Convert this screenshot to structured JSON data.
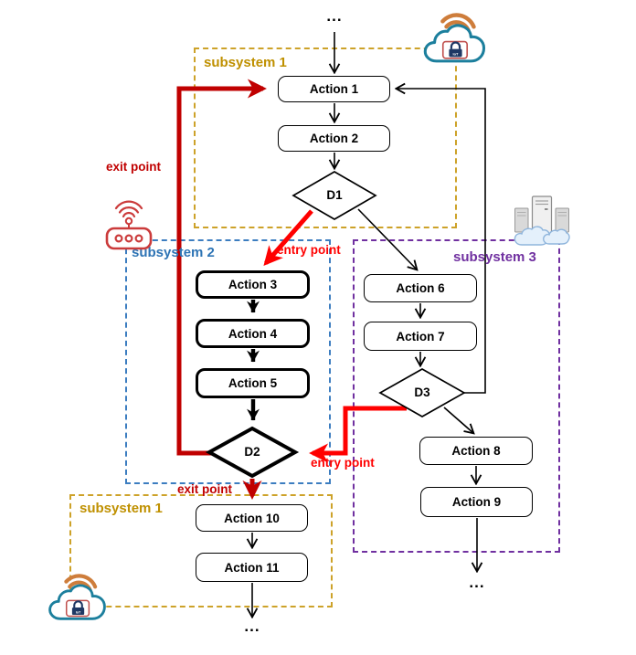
{
  "diagram": {
    "nodes": {
      "dots_top": "...",
      "action1": "Action 1",
      "action2": "Action 2",
      "d1": "D1",
      "action3": "Action 3",
      "action4": "Action 4",
      "action5": "Action 5",
      "d2": "D2",
      "action6": "Action 6",
      "action7": "Action 7",
      "d3": "D3",
      "action8": "Action 8",
      "action9": "Action 9",
      "action10": "Action 10",
      "action11": "Action 11",
      "dots_bottom_left": "...",
      "dots_bottom_right": "..."
    },
    "subsystems": [
      {
        "label": "subsystem 1",
        "color": "#BF9000"
      },
      {
        "label": "subsystem 2",
        "color": "#2E74B5"
      },
      {
        "label": "subsystem 3",
        "color": "#7030A0"
      },
      {
        "label": "subsystem 1",
        "color": "#BF9000"
      }
    ],
    "flow_labels": {
      "exit_point_left": "exit point",
      "entry_point_d1_to_action3": "entry point",
      "entry_point_d3_to_d2": "entry point",
      "exit_point_d2_to_action10": "exit point"
    },
    "edges": [
      {
        "from": "start-dots",
        "to": "Action 1",
        "style": "thin-black"
      },
      {
        "from": "Action 1",
        "to": "Action 2",
        "style": "thin-black"
      },
      {
        "from": "Action 2",
        "to": "D1",
        "style": "thin-black"
      },
      {
        "from": "D1",
        "to": "Action 6",
        "style": "thin-black"
      },
      {
        "from": "D1",
        "to": "Action 3",
        "style": "red-entry",
        "label": "entry point"
      },
      {
        "from": "Action 3",
        "to": "Action 4",
        "style": "thick-black"
      },
      {
        "from": "Action 4",
        "to": "Action 5",
        "style": "thick-black"
      },
      {
        "from": "Action 5",
        "to": "D2",
        "style": "thick-black"
      },
      {
        "from": "D2",
        "to": "Action 1",
        "style": "red-exit",
        "label": "exit point"
      },
      {
        "from": "D2",
        "to": "Action 10",
        "style": "red-exit",
        "label": "exit point"
      },
      {
        "from": "Action 6",
        "to": "Action 7",
        "style": "thin-black"
      },
      {
        "from": "Action 7",
        "to": "D3",
        "style": "thin-black"
      },
      {
        "from": "D3",
        "to": "Action 8",
        "style": "thin-black"
      },
      {
        "from": "D3",
        "to": "Action 1",
        "style": "thin-black"
      },
      {
        "from": "D3",
        "to": "D2",
        "style": "red-entry",
        "label": "entry point"
      },
      {
        "from": "Action 8",
        "to": "Action 9",
        "style": "thin-black"
      },
      {
        "from": "Action 9",
        "to": "end-dots-right",
        "style": "thin-black"
      },
      {
        "from": "Action 10",
        "to": "Action 11",
        "style": "thin-black"
      },
      {
        "from": "Action 11",
        "to": "end-dots-bottom",
        "style": "thin-black"
      }
    ],
    "icons": [
      {
        "name": "iot-cloud-lock-top-right",
        "lock_text": "IoT"
      },
      {
        "name": "wifi-router-left"
      },
      {
        "name": "servers-on-cloud-right"
      },
      {
        "name": "iot-cloud-lock-bottom-left",
        "lock_text": "IoT"
      }
    ],
    "colors": {
      "subsystem1_dash": "#CDA229",
      "subsystem2_dash": "#3C7DC0",
      "subsystem3_dash": "#7030A0",
      "exit_red": "#C00000",
      "entry_red": "#FF0000",
      "node_border": "#000000",
      "cloud_teal": "#1C7F9D",
      "wifi_orange": "#CE7D3B",
      "router_red": "#CB3B3B",
      "lock_navy": "#1F3864"
    }
  }
}
